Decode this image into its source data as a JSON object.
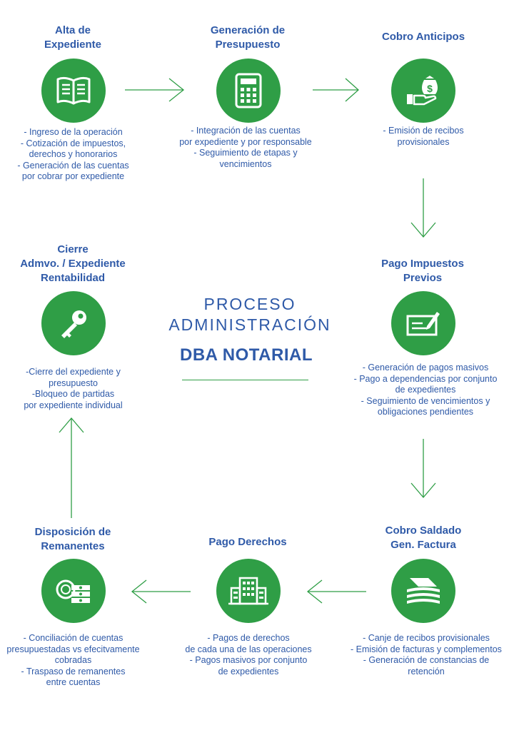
{
  "center": {
    "line1": "PROCESO",
    "line2": "ADMINISTRACIÓN",
    "subtitle": "DBA NOTARIAL"
  },
  "colors": {
    "green": "#2f9e46",
    "blue": "#2f5aa8"
  },
  "steps": [
    {
      "title": "Alta de\nExpediente",
      "icon": "book-icon",
      "desc": "- Ingreso de la operación\n- Cotización de impuestos,\nderechos y honorarios\n- Generación de las cuentas\npor cobrar por expediente"
    },
    {
      "title": "Generación de\nPresupuesto",
      "icon": "calculator-icon",
      "desc": "- Integración de las cuentas\npor expediente y por responsable\n- Seguimiento de etapas y\nvencimientos"
    },
    {
      "title": "Cobro Anticipos",
      "icon": "money-hand-icon",
      "desc": "- Emisión de recibos\nprovisionales"
    },
    {
      "title": "Pago Impuestos\nPrevios",
      "icon": "check-sign-icon",
      "desc": "- Generación de pagos masivos\n- Pago a dependencias por conjunto\nde expedientes\n- Seguimiento de vencimientos y\nobligaciones pendientes"
    },
    {
      "title": "Cobro Saldado\nGen. Factura",
      "icon": "bill-stack-icon",
      "desc": "- Canje de recibos provisionales\n- Emisión de facturas y complementos\n- Generación de constancias de\nretención"
    },
    {
      "title": "Pago Derechos",
      "icon": "building-icon",
      "desc": "- Pagos de derechos\nde cada una de las operaciones\n- Pagos masivos por conjunto\nde expedientes"
    },
    {
      "title": "Disposición de\nRemanentes",
      "icon": "coins-cash-icon",
      "desc": "- Conciliación de cuentas\npresupuestadas vs efecitvamente\ncobradas\n- Traspaso de remanentes\nentre cuentas"
    },
    {
      "title": "Cierre\nAdmvo. / Expediente\nRentabilidad",
      "icon": "key-icon",
      "desc": "-Cierre del expediente y\npresupuesto\n-Bloqueo de partidas\npor expediente individual"
    }
  ]
}
